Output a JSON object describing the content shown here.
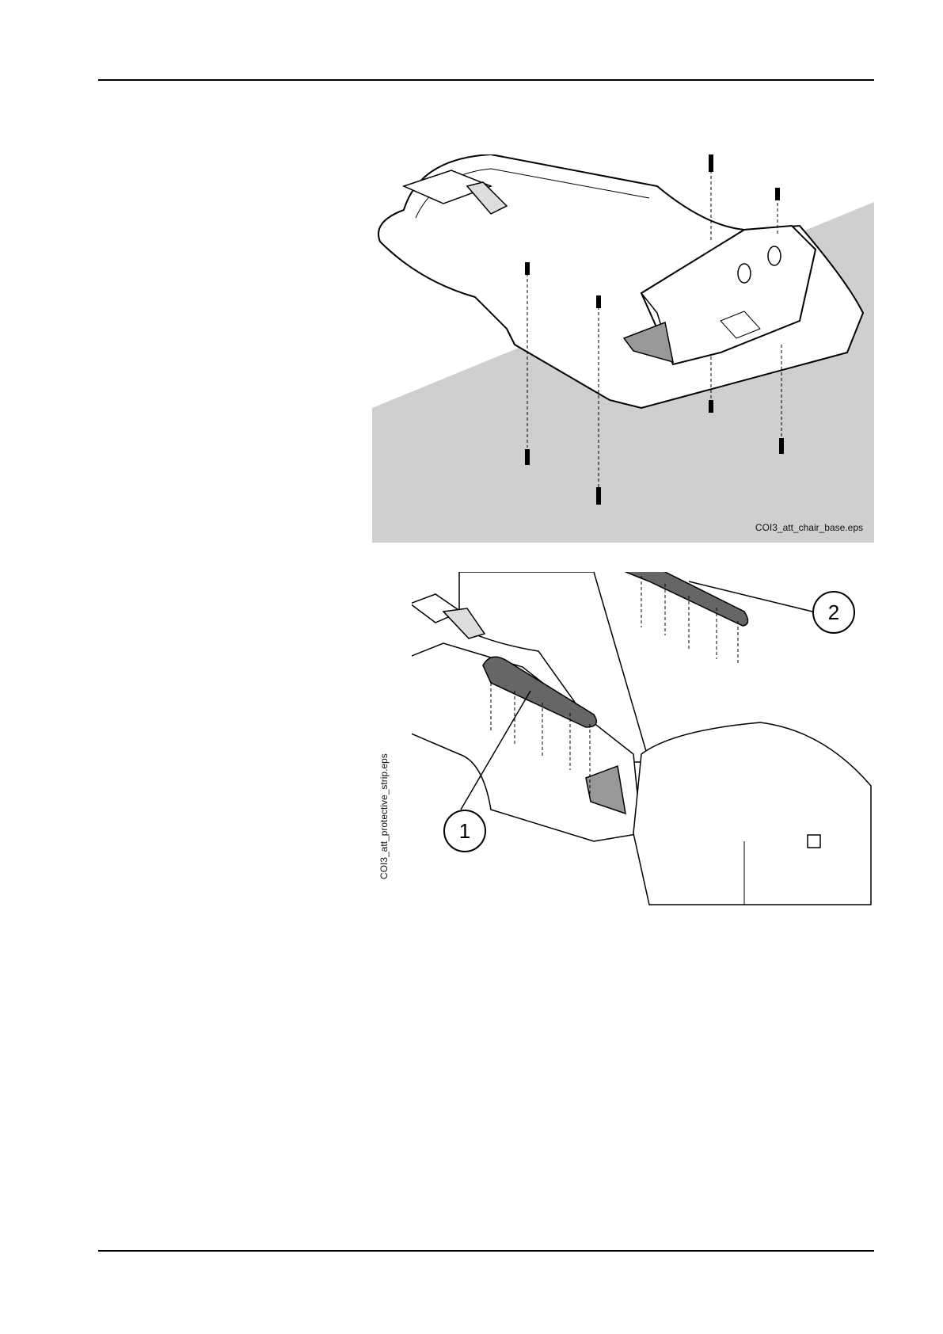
{
  "figures": [
    {
      "caption": "COI3_att_chair_base.eps"
    },
    {
      "caption": "COI3_att_protective_strip.eps",
      "callouts": [
        "1",
        "2"
      ]
    }
  ]
}
